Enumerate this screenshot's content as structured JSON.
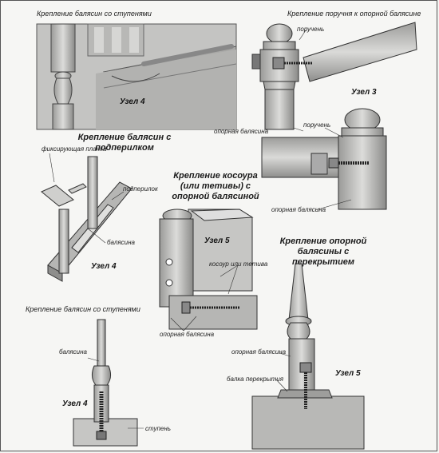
{
  "headings": {
    "top_left": "Крепление балясин со ступенями",
    "top_right": "Крепление поручня к опорной балясине",
    "mid_left": "Крепление балясин с подперилком",
    "kosour": "Крепление косоура (или тетивы) с опорной балясиной",
    "perekrytie": "Крепление опорной балясины с перекрытием",
    "bottom_left": "Крепление балясин со ступенями"
  },
  "labels": {
    "poruchen_1": "поручень",
    "opornaya_1": "опорная балясина",
    "poruchen_2": "поручень",
    "opornaya_2": "опорная балясина",
    "fiks_planka": "фиксирующая планка",
    "podperilok": "подперилок",
    "balyasina_1": "балясина",
    "kosour_tetiva": "косоур или тетива",
    "opornaya_3": "опорная балясина",
    "balyasina_2": "балясина",
    "stupen": "ступень",
    "opornaya_4": "опорная балясина",
    "balka": "балка перекрытия"
  },
  "nodes": {
    "n4_top": "Узел 4",
    "n3": "Узел 3",
    "n4_mid": "Узел 4",
    "n5_mid": "Узел 5",
    "n4_bottom": "Узел 4",
    "n5_bottom": "Узел 5"
  }
}
